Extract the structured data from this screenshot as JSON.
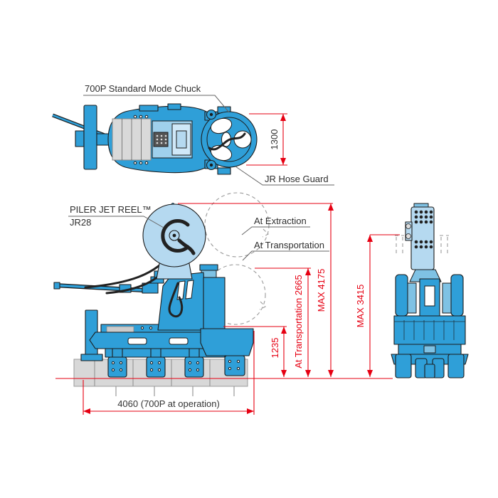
{
  "colors": {
    "machine_blue": "#2f9fd8",
    "machine_light_blue": "#b5d9f0",
    "machine_mid_blue": "#7fc2e4",
    "panel_gray": "#d9d9d9",
    "ground_gray": "#d8d8d8",
    "dimension_red": "#e60012",
    "outline_ink": "#1b1b1b",
    "label_text": "#2e2e2e"
  },
  "labels": {
    "chuck": "700P Standard Mode Chuck",
    "hose_guard": "JR Hose Guard",
    "reel_name": "PILER JET REEL™",
    "reel_model": "JR28",
    "at_extraction": "At Extraction",
    "at_transportation": "At Transportation"
  },
  "dimensions": {
    "chuck_width": "1300",
    "max_overall_height": "MAX 4175",
    "transport_height": "At Transportation  2665",
    "base_height": "1235",
    "front_max_height": "MAX 3415",
    "operation_length": "4060 (700P at operation)"
  }
}
